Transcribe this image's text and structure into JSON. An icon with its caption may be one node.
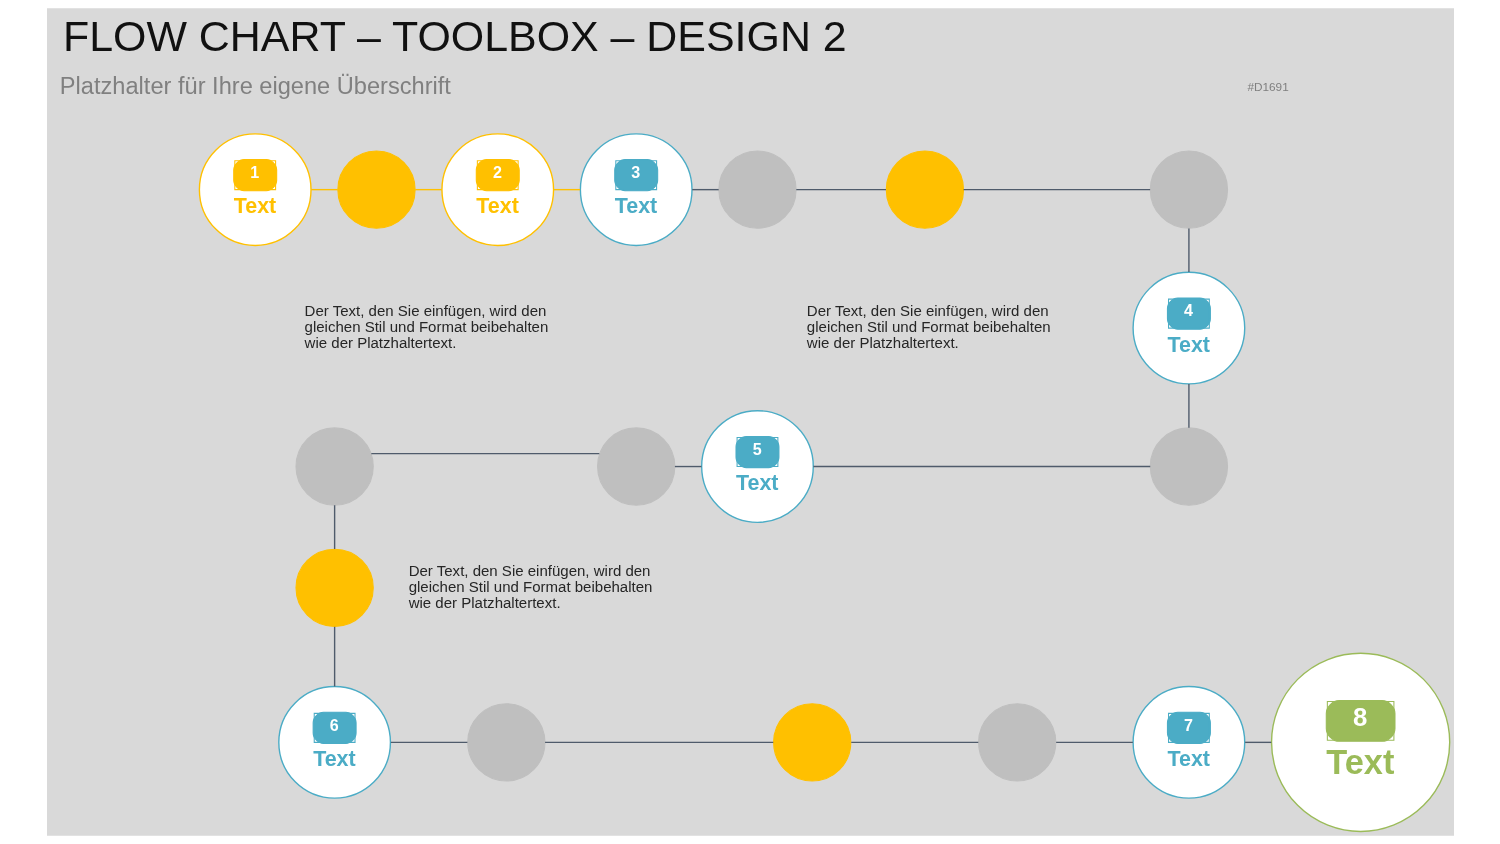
{
  "diagram": {
    "title": "FLOW CHART – TOOLBOX – DESIGN 2",
    "nodes": [
      {
        "text": [
          "1",
          "Text"
        ]
      },
      {
        "text": [],
        "shape": "circle"
      },
      {
        "text": [
          "2",
          "Text"
        ]
      },
      {
        "text": [
          "3",
          "Text"
        ]
      },
      {
        "text": [],
        "shape": "circle"
      },
      {
        "text": [],
        "shape": "circle"
      },
      {
        "text": [],
        "shape": "circle"
      },
      {
        "text": [
          "4",
          "Text"
        ]
      },
      {
        "text": [],
        "shape": "circle"
      },
      {
        "text": [
          "5",
          "Text"
        ]
      },
      {
        "text": [],
        "shape": "circle"
      },
      {
        "text": [],
        "shape": "circle"
      },
      {
        "text": [],
        "shape": "circle"
      },
      {
        "text": [
          "6",
          "Text"
        ]
      },
      {
        "text": [],
        "shape": "circle"
      },
      {
        "text": [],
        "shape": "circle"
      },
      {
        "text": [],
        "shape": "circle"
      },
      {
        "text": [
          "7",
          "Text"
        ]
      },
      {
        "text": [
          "8",
          "Text"
        ]
      }
    ],
    "edges": [
      {
        "from": 0,
        "to": 1,
        "arrow": "none",
        "color": "#ffc000"
      },
      {
        "from": 1,
        "to": 2,
        "arrow": "none",
        "color": "#ffc000"
      },
      {
        "from": 2,
        "to": 3,
        "arrow": "none",
        "color": "#ffc000"
      },
      {
        "from": 3,
        "to": 4,
        "arrow": "none"
      },
      {
        "from": 4,
        "to": 5,
        "arrow": "none"
      },
      {
        "from": 5,
        "to": 6,
        "arrow": "none"
      },
      {
        "from": 6,
        "to": 7,
        "arrow": "none"
      },
      {
        "from": 7,
        "to": 8,
        "arrow": "none"
      },
      {
        "from": 9,
        "to": 8,
        "arrow": "none"
      },
      {
        "from": 10,
        "to": 9,
        "arrow": "none"
      },
      {
        "from": 11,
        "to": 10,
        "arrow": "none"
      },
      {
        "from": 11,
        "to": 12,
        "arrow": "none"
      },
      {
        "from": 12,
        "to": 13,
        "arrow": "none"
      },
      {
        "from": 13,
        "to": 14,
        "arrow": "none"
      },
      {
        "from": 14,
        "to": 15,
        "arrow": "none"
      },
      {
        "from": 15,
        "to": 16,
        "arrow": "none"
      },
      {
        "from": 16,
        "to": 17,
        "arrow": "none"
      },
      {
        "from": 17,
        "to": 18,
        "arrow": "none"
      }
    ],
    "labels": [
      "#D1691",
      "Platzhalter für Ihre eigene Überschrift",
      "Der Text, den Sie einfügen, wird den gleichen Stil und Format beibehalten wie der Platzhaltertext.",
      "Der Text, den Sie einfügen, wird den gleichen Stil und Format beibehalten wie der Platzhaltertext.",
      "Der Text, den Sie einfügen, wird den gleichen Stil und Format beibehalten wie der Platzhaltertext."
    ]
  }
}
